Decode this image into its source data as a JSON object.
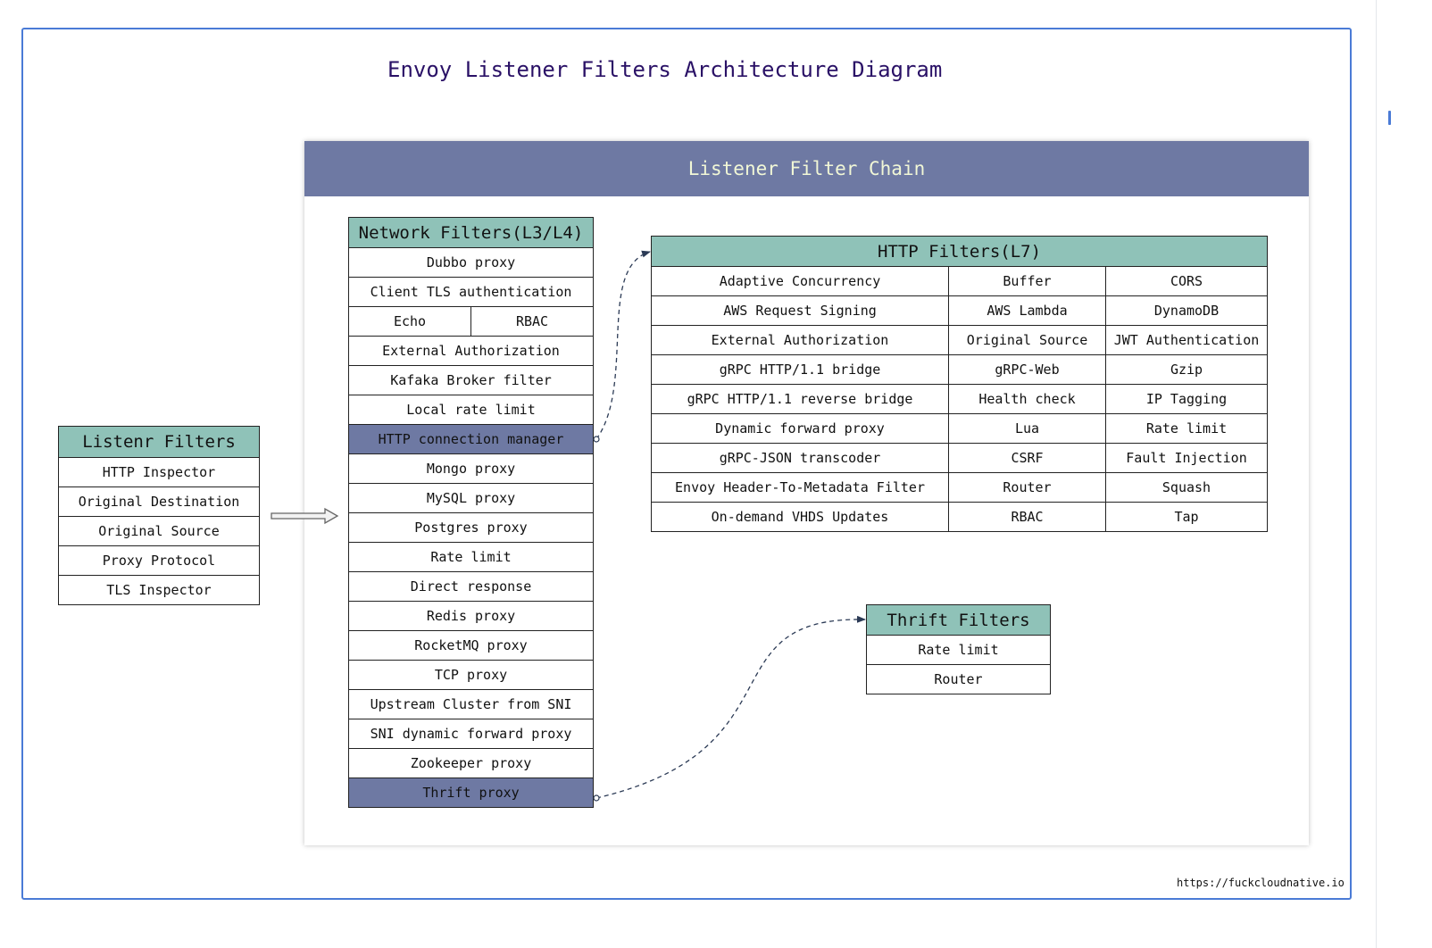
{
  "title": "Envoy Listener Filters Architecture Diagram",
  "chain_title": "Listener Filter Chain",
  "listener_filters": {
    "title": "Listenr Filters",
    "items": [
      "HTTP Inspector",
      "Original Destination",
      "Original Source",
      "Proxy Protocol",
      "TLS Inspector"
    ]
  },
  "network_filters": {
    "title": "Network Filters(L3/L4)",
    "items": [
      "Dubbo proxy",
      "Client TLS authentication",
      "Echo",
      "RBAC",
      "External Authorization",
      "Kafaka Broker filter",
      "Local rate limit",
      "HTTP connection manager",
      "Mongo proxy",
      "MySQL proxy",
      "Postgres proxy",
      "Rate limit",
      "Direct response",
      "Redis proxy",
      "RocketMQ proxy",
      "TCP proxy",
      "Upstream Cluster from SNI",
      "SNI dynamic forward proxy",
      "Zookeeper proxy",
      "Thrift proxy"
    ]
  },
  "http_filters": {
    "title": "HTTP Filters(L7)",
    "rows": [
      [
        "Adaptive Concurrency",
        "Buffer",
        "CORS"
      ],
      [
        "AWS Request Signing",
        "AWS Lambda",
        "DynamoDB"
      ],
      [
        "External Authorization",
        "Original Source",
        "JWT Authentication"
      ],
      [
        "gRPC HTTP/1.1 bridge",
        "gRPC-Web",
        "Gzip"
      ],
      [
        "gRPC HTTP/1.1 reverse bridge",
        "Health check",
        "IP Tagging"
      ],
      [
        "Dynamic forward proxy",
        "Lua",
        "Rate limit"
      ],
      [
        "gRPC-JSON transcoder",
        "CSRF",
        "Fault Injection"
      ],
      [
        "Envoy Header-To-Metadata Filter",
        "Router",
        "Squash"
      ],
      [
        "On-demand VHDS Updates",
        "RBAC",
        "Tap"
      ]
    ]
  },
  "thrift_filters": {
    "title": "Thrift Filters",
    "items": [
      "Rate limit",
      "Router"
    ]
  },
  "footer_url": "https://fuckcloudnative.io",
  "colors": {
    "header_teal": "#8fc2b8",
    "highlight_blue": "#6e79a3",
    "title_purple": "#2a1166",
    "frame_blue": "#4a7bd6"
  }
}
